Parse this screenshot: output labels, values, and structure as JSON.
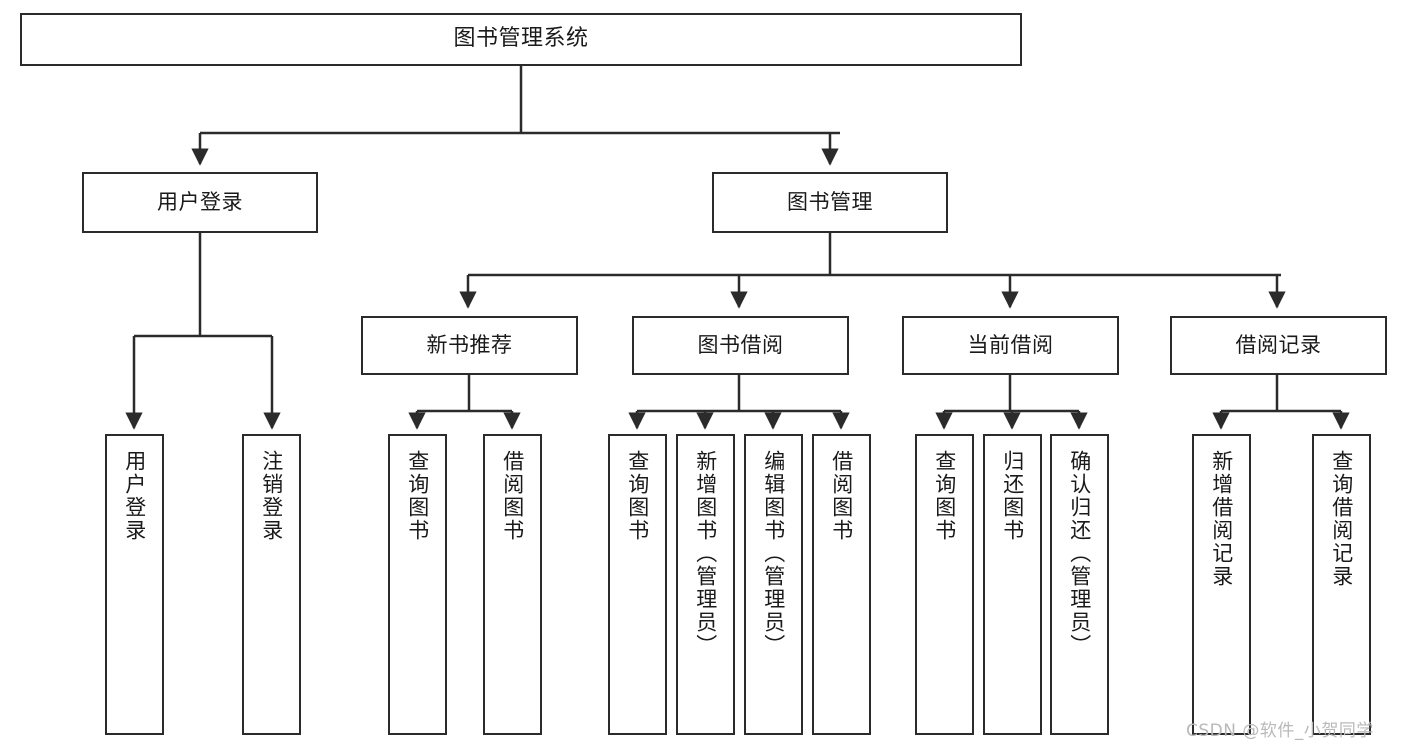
{
  "diagram": {
    "title": "图书管理系统",
    "type": "tree",
    "watermark": "CSDN @软件_小贺同学",
    "colors": {
      "stroke": "#2b2b2b",
      "fill": "#ffffff",
      "text": "#1a1a1a",
      "watermark": "#b9b9b9"
    },
    "nodes": {
      "root": {
        "label": "图书管理系统"
      },
      "level2": [
        {
          "id": "user-login",
          "label": "用户登录"
        },
        {
          "id": "book-manage",
          "label": "图书管理"
        }
      ],
      "level3": [
        {
          "id": "new-book-rec",
          "label": "新书推荐"
        },
        {
          "id": "book-borrow",
          "label": "图书借阅"
        },
        {
          "id": "current-borrow",
          "label": "当前借阅"
        },
        {
          "id": "borrow-record",
          "label": "借阅记录"
        }
      ],
      "leaves": [
        {
          "id": "leaf-user-login",
          "label": "用户登录"
        },
        {
          "id": "leaf-user-logout",
          "label": "注销登录"
        },
        {
          "id": "leaf-query-book-rec",
          "label": "查询图书"
        },
        {
          "id": "leaf-borrow-book-rec",
          "label": "借阅图书"
        },
        {
          "id": "leaf-query-book-borrow",
          "label": "查询图书"
        },
        {
          "id": "leaf-add-book",
          "label": "新增图书（管理员）"
        },
        {
          "id": "leaf-edit-book",
          "label": "编辑图书（管理员）"
        },
        {
          "id": "leaf-borrow-book",
          "label": "借阅图书"
        },
        {
          "id": "leaf-query-book-current",
          "label": "查询图书"
        },
        {
          "id": "leaf-return-book",
          "label": "归还图书"
        },
        {
          "id": "leaf-confirm-return",
          "label": "确认归还（管理员）"
        },
        {
          "id": "leaf-add-record",
          "label": "新增借阅记录"
        },
        {
          "id": "leaf-query-record",
          "label": "查询借阅记录"
        }
      ]
    }
  }
}
